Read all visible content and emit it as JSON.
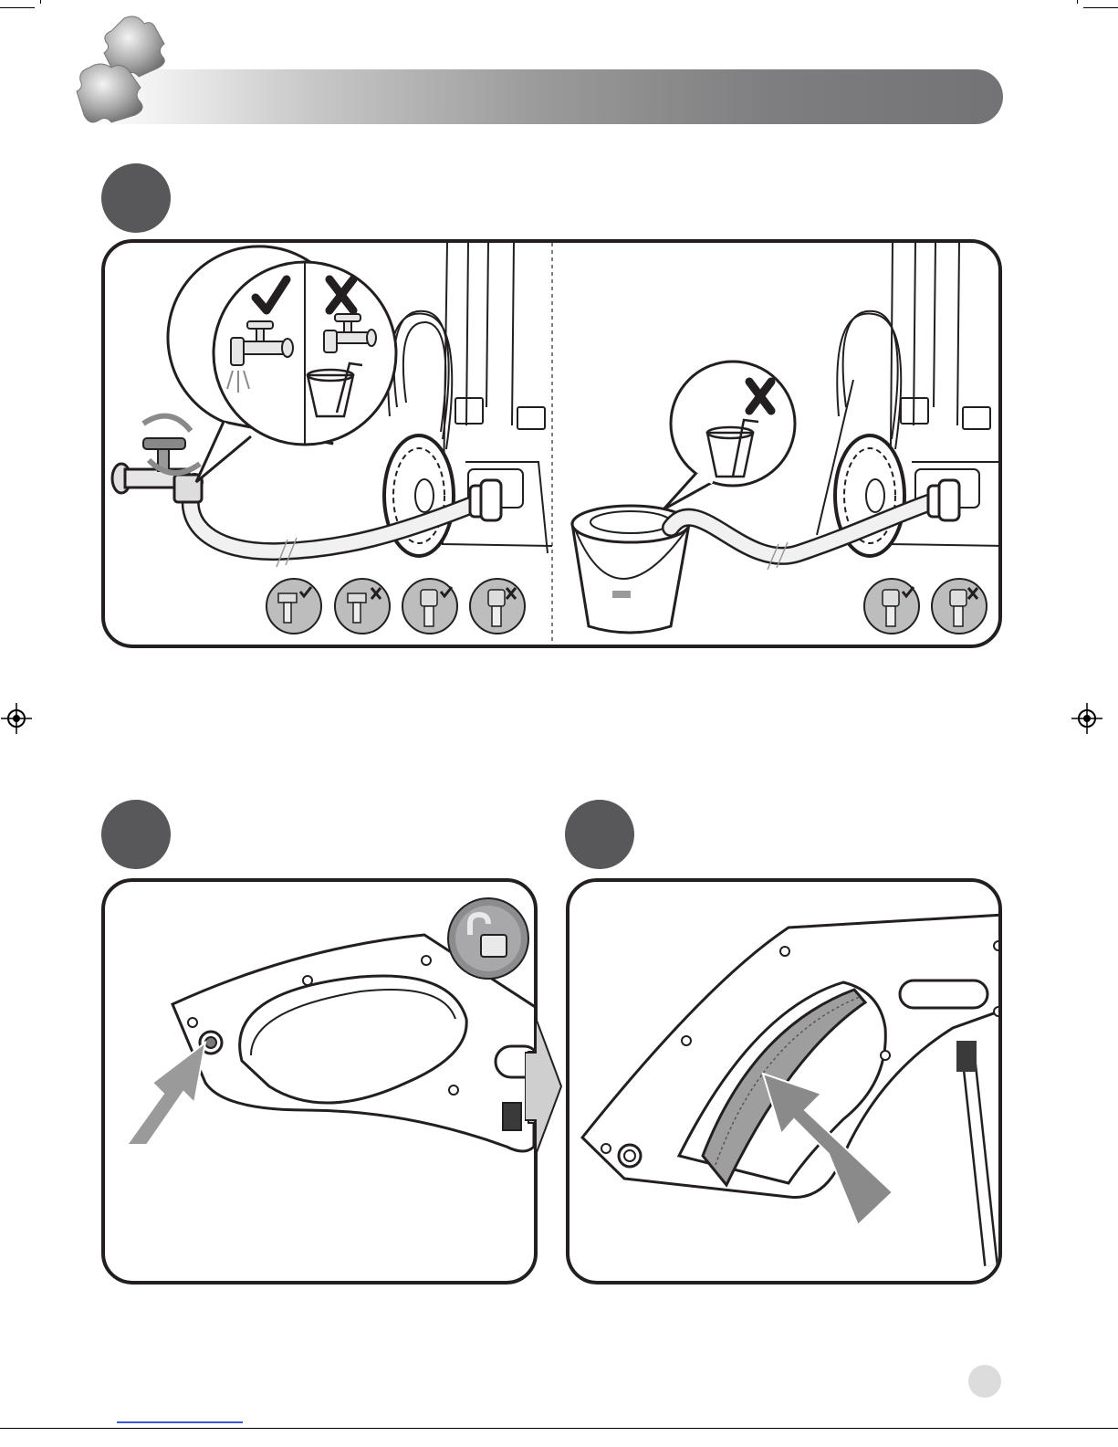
{
  "document": {
    "page": {
      "background": "#ffffff",
      "accent_gray": "#58585a",
      "outline_color": "#231f20"
    },
    "header": {
      "icon": "puzzle-pieces-icon",
      "bar_gradient": [
        "#ffffff",
        "#737375"
      ]
    },
    "steps": [
      {
        "id": "step-1",
        "panels": [
          {
            "id": "tap-connection-panel",
            "icons": [
              "tap-icon",
              "check-icon",
              "cross-icon",
              "glass-with-straw-icon",
              "hose-icon",
              "pressure-washer-icon"
            ],
            "indicator_icons": [
              "tap-connected-ok-icon",
              "tap-leaking-wrong-icon",
              "hose-connector-ok-icon",
              "hose-connector-leaking-wrong-icon"
            ]
          },
          {
            "id": "bucket-suction-panel",
            "icons": [
              "bucket-icon",
              "cross-icon",
              "glass-with-straw-icon",
              "hose-icon",
              "pressure-washer-icon"
            ],
            "indicator_icons": [
              "hose-connector-ok-icon",
              "hose-connector-leaking-wrong-icon"
            ]
          }
        ]
      },
      {
        "id": "step-2",
        "panels": [
          {
            "id": "unlock-gun-panel",
            "icons": [
              "spray-gun-handle-icon",
              "unlock-padlock-icon",
              "press-arrow-icon",
              "direction-arrow-icon"
            ]
          }
        ]
      },
      {
        "id": "step-3",
        "panels": [
          {
            "id": "squeeze-trigger-panel",
            "icons": [
              "spray-gun-handle-icon",
              "trigger-icon",
              "press-arrow-icon"
            ]
          }
        ]
      }
    ],
    "footer": {
      "page_badge_color": "#dcdcdc"
    }
  }
}
